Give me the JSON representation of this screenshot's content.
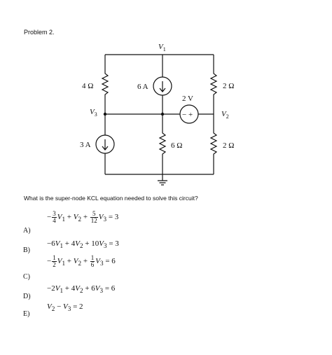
{
  "problem": {
    "title": "Problem 2."
  },
  "circuit": {
    "labels": {
      "v1": "V",
      "v1_sub": "1",
      "v2": "V",
      "v2_sub": "2",
      "v3": "V",
      "v3_sub": "3",
      "r_left_top": "4 Ω",
      "r_right_top": "2 Ω",
      "r_middle": "6 Ω",
      "r_right_bottom": "2 Ω",
      "current_source_top": "6 A",
      "current_source_left": "3 A",
      "voltage_source": "2 V",
      "vs_minus": "−",
      "vs_plus": "+"
    }
  },
  "question": "What is the super-node KCL equation needed to solve this circuit?",
  "options": [
    {
      "letter": "A)",
      "equation": "−3/4 V1 + V2 + 5/12 V3 = 3"
    },
    {
      "letter": "B)",
      "equation": "−6V1 + 4V2 + 10V3 = 3"
    },
    {
      "letter": "C)",
      "equation": "−1/2 V1 + V2 + 1/6 V3 = 6"
    },
    {
      "letter": "D)",
      "equation": "−2V1 + 4V2 + 6V3 = 6"
    },
    {
      "letter": "E)",
      "equation": "V2 − V3 = 2"
    }
  ]
}
